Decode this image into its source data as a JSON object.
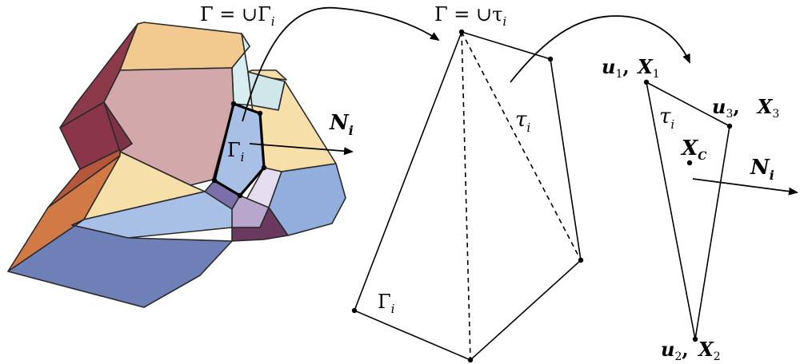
{
  "labels": {
    "gamma_union_gamma": "Γ = ∪Γ",
    "gamma_union_gamma_sub": "i",
    "gamma_union_tau": "Γ = ∪τ",
    "gamma_union_tau_sub": "i",
    "normal_left": "N",
    "normal_left_sub": "i",
    "gamma_i_polyhedron": "Γ",
    "gamma_i_polyhedron_sub": "i",
    "tau_i_mid": "τ",
    "tau_i_mid_sub": "i",
    "gamma_i_mid": "Γ",
    "gamma_i_mid_sub": "i",
    "u1_x1": "u",
    "u1_sub": "1",
    "x1": "X",
    "x1_sub": "1",
    "u3_x3": "u",
    "u3_sub": "3",
    "x3": "X",
    "x3_sub": "3",
    "tau_i_right": "τ",
    "tau_i_right_sub": "i",
    "xc": "X",
    "xc_sub": "C",
    "normal_right": "N",
    "normal_right_sub": "i",
    "u2_x2": "u",
    "u2_sub": "2",
    "x2": "X",
    "x2_sub": "2"
  },
  "colors": {
    "cream": "#f6dfa8",
    "peach": "#f2c98f",
    "mauve": "#d3a8aa",
    "light_blue": "#a9c0e6",
    "mid_blue": "#93aedd",
    "slate_blue": "#6f7fb8",
    "maroon": "#8c3a4a",
    "dark_purple": "#6a3960",
    "orange": "#d27a45",
    "rust": "#b5573a",
    "pale_cyan": "#d8eef0",
    "lavender": "#e4ddf0"
  }
}
